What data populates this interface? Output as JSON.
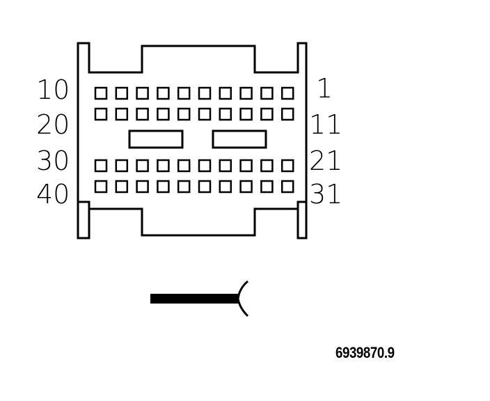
{
  "connector": {
    "row_count": 4,
    "pins_per_row": 10,
    "left_labels": [
      "10",
      "20",
      "30",
      "40"
    ],
    "right_labels": [
      "1",
      "11",
      "21",
      "31"
    ]
  },
  "reference_code": "6939870.9",
  "colors": {
    "line": "#000000",
    "background": "#ffffff"
  }
}
